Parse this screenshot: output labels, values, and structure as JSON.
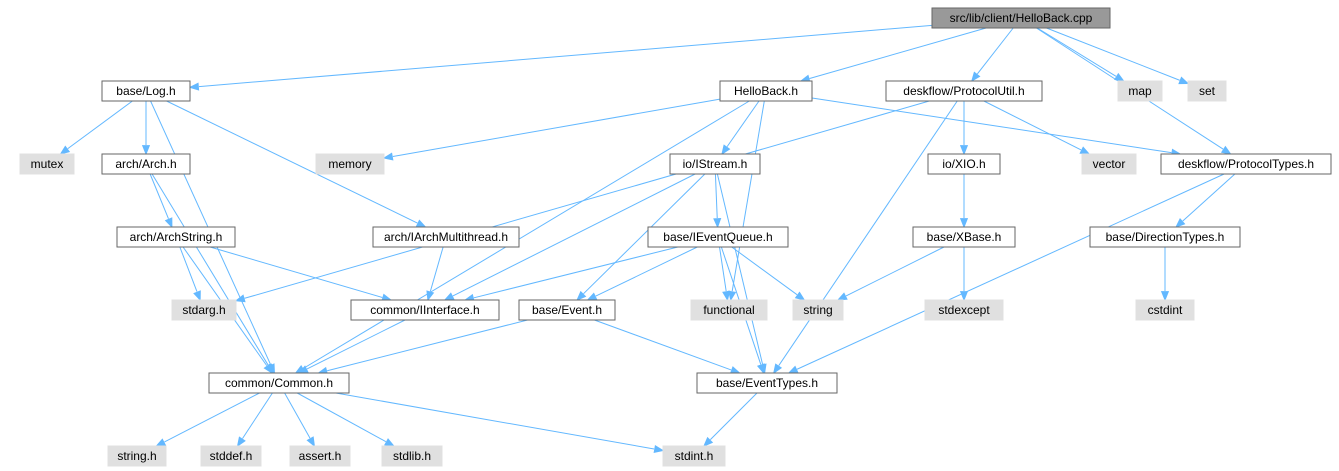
{
  "colors": {
    "edge": "#63b8ff",
    "root_fill": "#999999",
    "file_border": "#666666",
    "system_fill": "#e0e0e0"
  },
  "nodes": [
    {
      "id": "root",
      "label": "src/lib/client/HelloBack.cpp",
      "kind": "root"
    },
    {
      "id": "log",
      "label": "base/Log.h",
      "kind": "file"
    },
    {
      "id": "helloback",
      "label": "HelloBack.h",
      "kind": "file"
    },
    {
      "id": "protoutil",
      "label": "deskflow/ProtocolUtil.h",
      "kind": "file"
    },
    {
      "id": "map",
      "label": "map",
      "kind": "system"
    },
    {
      "id": "set",
      "label": "set",
      "kind": "system"
    },
    {
      "id": "mutex",
      "label": "mutex",
      "kind": "system"
    },
    {
      "id": "arch",
      "label": "arch/Arch.h",
      "kind": "file"
    },
    {
      "id": "memory",
      "label": "memory",
      "kind": "system"
    },
    {
      "id": "istream",
      "label": "io/IStream.h",
      "kind": "file"
    },
    {
      "id": "xio",
      "label": "io/XIO.h",
      "kind": "file"
    },
    {
      "id": "vector",
      "label": "vector",
      "kind": "system"
    },
    {
      "id": "prototypes",
      "label": "deskflow/ProtocolTypes.h",
      "kind": "file"
    },
    {
      "id": "archstring",
      "label": "arch/ArchString.h",
      "kind": "file"
    },
    {
      "id": "iarchmt",
      "label": "arch/IArchMultithread.h",
      "kind": "file"
    },
    {
      "id": "ieventqueue",
      "label": "base/IEventQueue.h",
      "kind": "file"
    },
    {
      "id": "xbase",
      "label": "base/XBase.h",
      "kind": "file"
    },
    {
      "id": "dirtypes",
      "label": "base/DirectionTypes.h",
      "kind": "file"
    },
    {
      "id": "stdarg",
      "label": "stdarg.h",
      "kind": "system"
    },
    {
      "id": "iinterface",
      "label": "common/IInterface.h",
      "kind": "file"
    },
    {
      "id": "event",
      "label": "base/Event.h",
      "kind": "file"
    },
    {
      "id": "functional",
      "label": "functional",
      "kind": "system"
    },
    {
      "id": "string",
      "label": "string",
      "kind": "system"
    },
    {
      "id": "stdexcept",
      "label": "stdexcept",
      "kind": "system"
    },
    {
      "id": "cstdint",
      "label": "cstdint",
      "kind": "system"
    },
    {
      "id": "common",
      "label": "common/Common.h",
      "kind": "file"
    },
    {
      "id": "eventtypes",
      "label": "base/EventTypes.h",
      "kind": "file"
    },
    {
      "id": "stringh",
      "label": "string.h",
      "kind": "system"
    },
    {
      "id": "stddef",
      "label": "stddef.h",
      "kind": "system"
    },
    {
      "id": "assert",
      "label": "assert.h",
      "kind": "system"
    },
    {
      "id": "stdlib",
      "label": "stdlib.h",
      "kind": "system"
    },
    {
      "id": "stdint",
      "label": "stdint.h",
      "kind": "system"
    }
  ],
  "edges": [
    [
      "root",
      "log"
    ],
    [
      "root",
      "helloback"
    ],
    [
      "root",
      "protoutil"
    ],
    [
      "root",
      "map"
    ],
    [
      "root",
      "set"
    ],
    [
      "root",
      "prototypes"
    ],
    [
      "log",
      "mutex"
    ],
    [
      "log",
      "arch"
    ],
    [
      "log",
      "iarchmt"
    ],
    [
      "log",
      "common"
    ],
    [
      "arch",
      "archstring"
    ],
    [
      "arch",
      "common"
    ],
    [
      "archstring",
      "stdarg"
    ],
    [
      "archstring",
      "iinterface"
    ],
    [
      "archstring",
      "common"
    ],
    [
      "iarchmt",
      "iinterface"
    ],
    [
      "helloback",
      "memory"
    ],
    [
      "helloback",
      "istream"
    ],
    [
      "helloback",
      "functional"
    ],
    [
      "helloback",
      "common"
    ],
    [
      "helloback",
      "prototypes"
    ],
    [
      "istream",
      "ieventqueue"
    ],
    [
      "istream",
      "iinterface"
    ],
    [
      "istream",
      "event"
    ],
    [
      "istream",
      "eventtypes"
    ],
    [
      "ieventqueue",
      "iinterface"
    ],
    [
      "ieventqueue",
      "event"
    ],
    [
      "ieventqueue",
      "functional"
    ],
    [
      "ieventqueue",
      "string"
    ],
    [
      "ieventqueue",
      "eventtypes"
    ],
    [
      "iinterface",
      "common"
    ],
    [
      "event",
      "common"
    ],
    [
      "event",
      "eventtypes"
    ],
    [
      "protoutil",
      "stdarg"
    ],
    [
      "protoutil",
      "xio"
    ],
    [
      "protoutil",
      "vector"
    ],
    [
      "protoutil",
      "eventtypes"
    ],
    [
      "xio",
      "xbase"
    ],
    [
      "xbase",
      "string"
    ],
    [
      "xbase",
      "stdexcept"
    ],
    [
      "prototypes",
      "dirtypes"
    ],
    [
      "prototypes",
      "eventtypes"
    ],
    [
      "dirtypes",
      "cstdint"
    ],
    [
      "common",
      "stringh"
    ],
    [
      "common",
      "stddef"
    ],
    [
      "common",
      "assert"
    ],
    [
      "common",
      "stdlib"
    ],
    [
      "common",
      "stdint"
    ],
    [
      "eventtypes",
      "stdint"
    ]
  ]
}
